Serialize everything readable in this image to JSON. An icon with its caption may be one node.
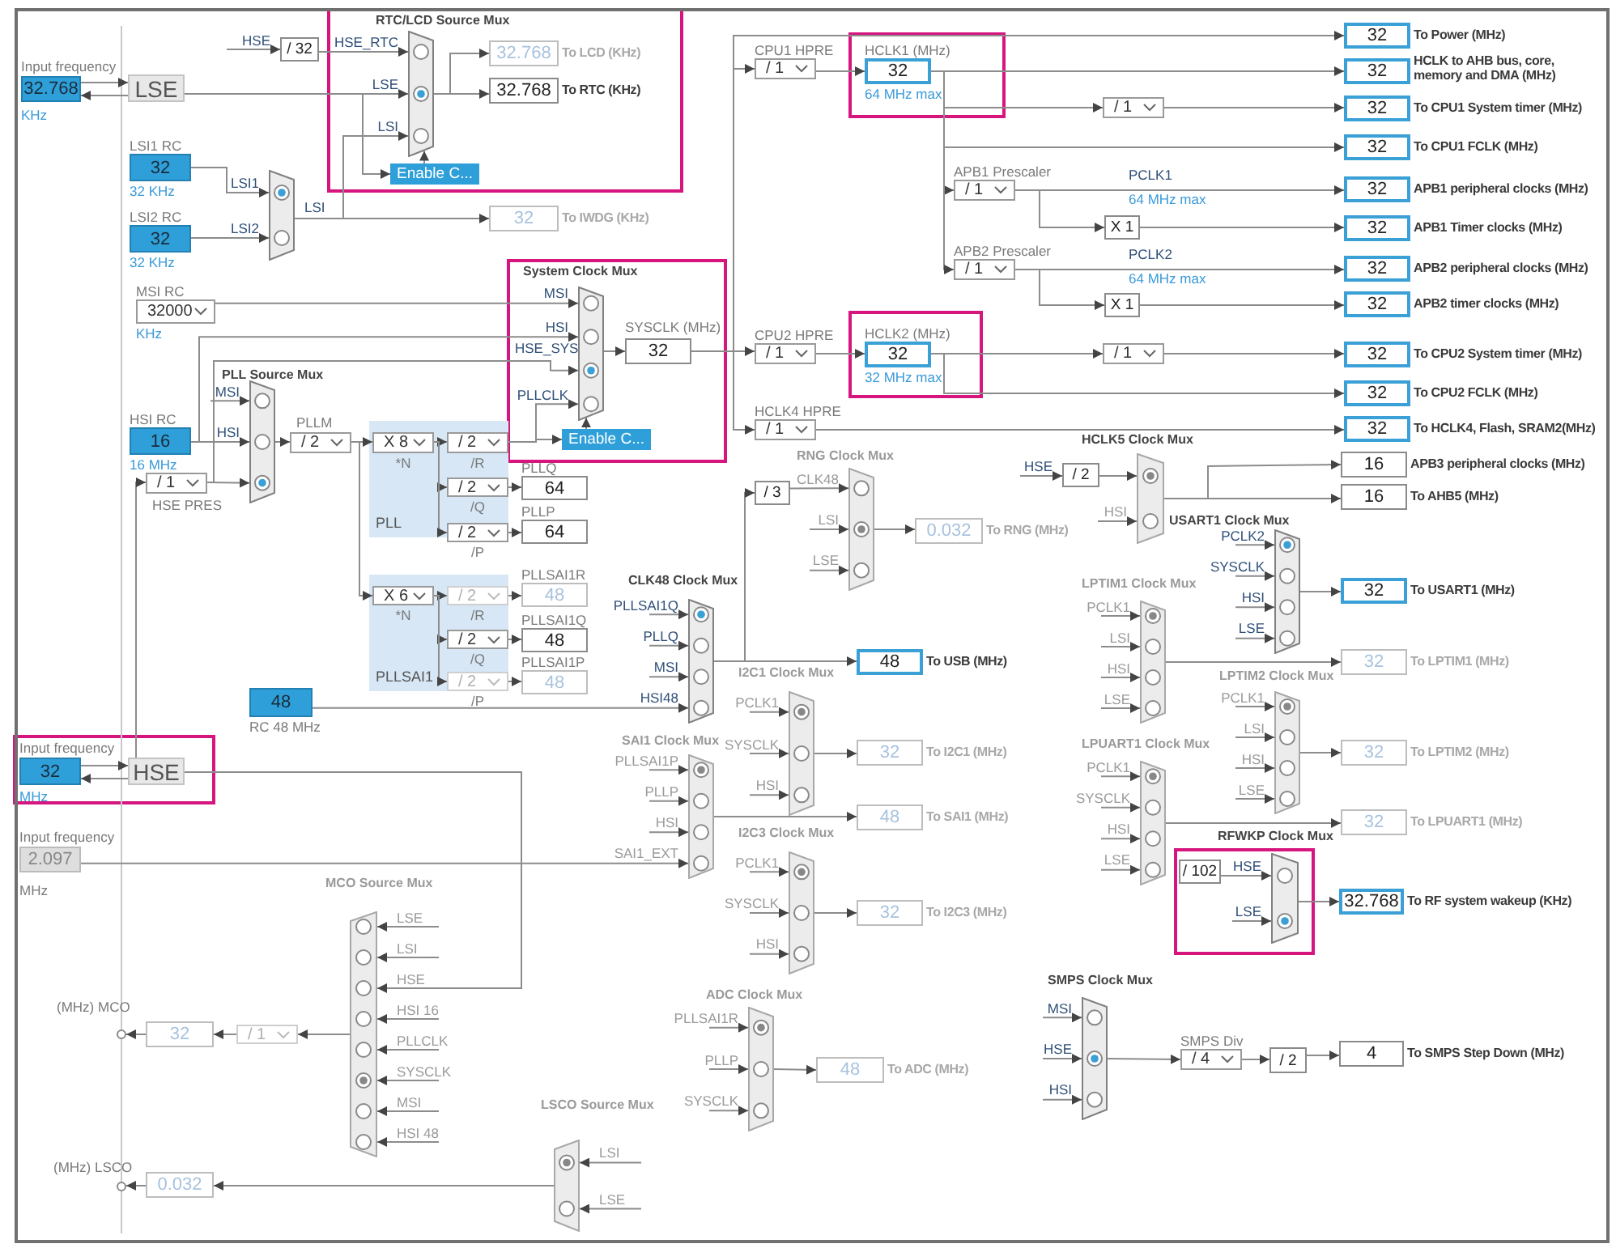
{
  "diagram": {
    "nodes": [
      {
        "text": [],
        "shape": "box"
      },
      {
        "text": [
          "32.768"
        ],
        "beside": [
          "Input frequency",
          "KHz"
        ]
      },
      {
        "text": [
          "LSE"
        ]
      },
      {
        "text": [
          "/ 32"
        ]
      },
      {
        "text": [],
        "shape": "trapezoid",
        "in": 0,
        "beside": [
          "RTC/LCD Source Mux"
        ]
      },
      {
        "text": [
          "32.768"
        ],
        "in": 0,
        "beside": [
          "To LCD (KHz)"
        ]
      },
      {
        "text": [
          "32.768"
        ],
        "in": 0,
        "beside": [
          "To RTC (KHz)"
        ]
      },
      {
        "text": [
          "Enable C..."
        ],
        "in": 0
      },
      {
        "text": [
          "32"
        ],
        "beside": [
          "LSI1 RC",
          "32 KHz"
        ]
      },
      {
        "text": [
          "32"
        ],
        "beside": [
          "LSI2 RC",
          "32 KHz"
        ]
      },
      {
        "text": [],
        "shape": "trapezoid"
      },
      {
        "text": [
          "32"
        ],
        "beside": [
          "To IWDG (KHz)"
        ]
      },
      {
        "text": [
          "32000"
        ],
        "beside": [
          "MSI RC",
          "KHz"
        ]
      },
      {
        "text": [],
        "shape": "box"
      },
      {
        "text": [],
        "shape": "trapezoid",
        "in": 13,
        "beside": [
          "System Clock Mux"
        ]
      },
      {
        "text": [
          "32"
        ],
        "in": 13,
        "beside": [
          "SYSCLK (MHz)"
        ]
      },
      {
        "text": [
          "Enable C..."
        ],
        "in": 13
      },
      {
        "text": [
          "16"
        ],
        "beside": [
          "HSI RC",
          "16 MHz"
        ]
      },
      {
        "text": [
          "/ 1"
        ],
        "beside": [
          "HSE PRES"
        ]
      },
      {
        "text": [],
        "shape": "trapezoid",
        "beside": [
          "PLL Source Mux"
        ]
      },
      {
        "text": [
          "/ 2"
        ],
        "beside": [
          "PLLM"
        ]
      },
      {
        "text": [
          "PLL"
        ]
      },
      {
        "text": [
          "X 8"
        ],
        "in": 21,
        "beside": [
          "*N"
        ]
      },
      {
        "text": [
          "/ 2"
        ],
        "in": 21,
        "beside": [
          "/R"
        ]
      },
      {
        "text": [
          "/ 2"
        ],
        "in": 21,
        "beside": [
          "/Q"
        ]
      },
      {
        "text": [
          "/ 2"
        ],
        "in": 21,
        "beside": [
          "/P"
        ]
      },
      {
        "text": [
          "64"
        ],
        "beside": [
          "PLLQ"
        ]
      },
      {
        "text": [
          "64"
        ],
        "beside": [
          "PLLP"
        ]
      },
      {
        "text": [
          "PLLSAI1"
        ]
      },
      {
        "text": [
          "X 6"
        ],
        "in": 28,
        "beside": [
          "*N"
        ]
      },
      {
        "text": [
          "/ 2"
        ],
        "in": 28,
        "beside": [
          "/R"
        ]
      },
      {
        "text": [
          "/ 2"
        ],
        "in": 28,
        "beside": [
          "/Q"
        ]
      },
      {
        "text": [
          "/ 2"
        ],
        "in": 28,
        "beside": [
          "/P"
        ]
      },
      {
        "text": [
          "48"
        ],
        "beside": [
          "PLLSAI1R"
        ]
      },
      {
        "text": [
          "48"
        ],
        "beside": [
          "PLLSAI1Q"
        ]
      },
      {
        "text": [
          "48"
        ],
        "beside": [
          "PLLSAI1P"
        ]
      },
      {
        "text": [
          "48"
        ],
        "beside": [
          "RC 48 MHz"
        ]
      },
      {
        "text": [],
        "shape": "box"
      },
      {
        "text": [
          "32"
        ],
        "in": 37,
        "beside": [
          "Input frequency",
          "MHz"
        ]
      },
      {
        "text": [
          "HSE"
        ],
        "in": 37
      },
      {
        "text": [
          "2.097"
        ],
        "beside": [
          "Input frequency",
          "MHz"
        ]
      },
      {
        "text": [],
        "shape": "trapezoid",
        "beside": [
          "CLK48 Clock Mux"
        ]
      },
      {
        "text": [
          "48"
        ],
        "beside": [
          "To USB (MHz)"
        ]
      },
      {
        "text": [],
        "shape": "trapezoid",
        "beside": [
          "SAI1 Clock Mux"
        ]
      },
      {
        "text": [
          "48"
        ],
        "beside": [
          "To SAI1 (MHz)"
        ]
      },
      {
        "text": [],
        "shape": "trapezoid",
        "beside": [
          "I2C1 Clock Mux"
        ]
      },
      {
        "text": [
          "32"
        ],
        "beside": [
          "To I2C1 (MHz)"
        ]
      },
      {
        "text": [],
        "shape": "trapezoid",
        "beside": [
          "I2C3 Clock Mux"
        ]
      },
      {
        "text": [
          "32"
        ],
        "beside": [
          "To I2C3 (MHz)"
        ]
      },
      {
        "text": [],
        "shape": "trapezoid",
        "beside": [
          "ADC Clock Mux"
        ]
      },
      {
        "text": [
          "48"
        ],
        "beside": [
          "To ADC (MHz)"
        ]
      },
      {
        "text": [],
        "shape": "trapezoid",
        "beside": [
          "MCO Source Mux"
        ]
      },
      {
        "text": [
          "/ 1"
        ]
      },
      {
        "text": [
          "32"
        ],
        "beside": [
          "(MHz) MCO"
        ]
      },
      {
        "text": [],
        "shape": "trapezoid",
        "beside": [
          "LSCO Source Mux"
        ]
      },
      {
        "text": [
          "0.032"
        ],
        "beside": [
          "(MHz) LSCO"
        ]
      },
      {
        "text": [
          "/ 3"
        ]
      },
      {
        "text": [],
        "shape": "trapezoid",
        "beside": [
          "RNG Clock Mux"
        ]
      },
      {
        "text": [
          "0.032"
        ],
        "beside": [
          "To RNG (MHz)"
        ]
      },
      {
        "text": [
          "/ 1"
        ],
        "beside": [
          "CPU1 HPRE"
        ]
      },
      {
        "text": [],
        "shape": "box"
      },
      {
        "text": [
          "32"
        ],
        "in": 60,
        "beside": [
          "HCLK1 (MHz)",
          "64 MHz max"
        ]
      },
      {
        "text": [
          "/ 1"
        ]
      },
      {
        "text": [
          "/ 1"
        ],
        "beside": [
          "APB1 Prescaler"
        ]
      },
      {
        "text": [
          "X 1"
        ]
      },
      {
        "text": [
          "/ 1"
        ],
        "beside": [
          "APB2 Prescaler"
        ]
      },
      {
        "text": [
          "X 1"
        ]
      },
      {
        "text": [
          "/ 1"
        ],
        "beside": [
          "CPU2 HPRE"
        ]
      },
      {
        "text": [],
        "shape": "box"
      },
      {
        "text": [
          "32"
        ],
        "in": 68,
        "beside": [
          "HCLK2 (MHz)",
          "32 MHz max"
        ]
      },
      {
        "text": [
          "/ 1"
        ]
      },
      {
        "text": [
          "/ 1"
        ],
        "beside": [
          "HCLK4 HPRE"
        ]
      },
      {
        "text": [
          "32"
        ],
        "beside": [
          "To Power (MHz)"
        ]
      },
      {
        "text": [
          "32"
        ],
        "beside": [
          "HCLK to AHB bus, core, memory and DMA (MHz)"
        ]
      },
      {
        "text": [
          "32"
        ],
        "beside": [
          "To CPU1 System timer (MHz)"
        ]
      },
      {
        "text": [
          "32"
        ],
        "beside": [
          "To CPU1 FCLK (MHz)"
        ]
      },
      {
        "text": [
          "32"
        ],
        "beside": [
          "APB1 peripheral clocks (MHz)"
        ]
      },
      {
        "text": [
          "32"
        ],
        "beside": [
          "APB1 Timer clocks (MHz)"
        ]
      },
      {
        "text": [
          "32"
        ],
        "beside": [
          "APB2 peripheral clocks (MHz)"
        ]
      },
      {
        "text": [
          "32"
        ],
        "beside": [
          "APB2 timer clocks (MHz)"
        ]
      },
      {
        "text": [
          "32"
        ],
        "beside": [
          "To CPU2 System timer (MHz)"
        ]
      },
      {
        "text": [
          "32"
        ],
        "beside": [
          "To CPU2 FCLK (MHz)"
        ]
      },
      {
        "text": [
          "32"
        ],
        "beside": [
          "To HCLK4, Flash, SRAM2(MHz)"
        ]
      },
      {
        "text": [
          "/ 2"
        ]
      },
      {
        "text": [],
        "shape": "trapezoid",
        "beside": [
          "HCLK5 Clock Mux"
        ]
      },
      {
        "text": [
          "16"
        ],
        "beside": [
          "APB3 peripheral clocks (MHz)"
        ]
      },
      {
        "text": [
          "16"
        ],
        "beside": [
          "To AHB5 (MHz)"
        ]
      },
      {
        "text": [],
        "shape": "trapezoid",
        "beside": [
          "USART1 Clock Mux"
        ]
      },
      {
        "text": [
          "32"
        ],
        "beside": [
          "To USART1 (MHz)"
        ]
      },
      {
        "text": [],
        "shape": "trapezoid",
        "beside": [
          "LPTIM1 Clock Mux"
        ]
      },
      {
        "text": [
          "32"
        ],
        "beside": [
          "To LPTIM1 (MHz)"
        ]
      },
      {
        "text": [],
        "shape": "trapezoid",
        "beside": [
          "LPTIM2 Clock Mux"
        ]
      },
      {
        "text": [
          "32"
        ],
        "beside": [
          "To LPTIM2 (MHz)"
        ]
      },
      {
        "text": [],
        "shape": "trapezoid",
        "beside": [
          "LPUART1 Clock Mux"
        ]
      },
      {
        "text": [
          "32"
        ],
        "beside": [
          "To LPUART1 (MHz)"
        ]
      },
      {
        "text": [],
        "shape": "box"
      },
      {
        "text": [
          "/ 102"
        ],
        "in": 95
      },
      {
        "text": [],
        "shape": "trapezoid",
        "in": 95,
        "beside": [
          "RFWKP Clock Mux"
        ]
      },
      {
        "text": [
          "32.768"
        ],
        "beside": [
          "To RF system wakeup (KHz)"
        ]
      },
      {
        "text": [],
        "shape": "trapezoid",
        "beside": [
          "SMPS Clock Mux"
        ]
      },
      {
        "text": [
          "/ 4"
        ],
        "beside": [
          "SMPS Div"
        ]
      },
      {
        "text": [
          "/ 2"
        ]
      },
      {
        "text": [
          "4"
        ],
        "beside": [
          "To SMPS Step Down (MHz)"
        ]
      },
      {
        "text": [],
        "shape": "circle"
      },
      {
        "text": [],
        "shape": "circle"
      }
    ],
    "edges": [
      {
        "from": 1,
        "to": 2,
        "arrow": "to"
      },
      {
        "from": 2,
        "to": 1,
        "arrow": "to"
      },
      {
        "from": 38,
        "to": 39,
        "arrow": "to"
      },
      {
        "from": 39,
        "to": 38,
        "arrow": "to"
      },
      {
        "from": null,
        "to": 3,
        "arrow": "to",
        "label": "HSE"
      },
      {
        "from": 3,
        "to": 4,
        "arrow": "to",
        "label": "HSE_RTC"
      },
      {
        "from": 2,
        "to": 4,
        "arrow": "to",
        "label": "LSE"
      },
      {
        "from": 10,
        "to": 4,
        "arrow": "to",
        "label": "LSI"
      },
      {
        "from": 2,
        "to": 7,
        "arrow": "to"
      },
      {
        "from": 7,
        "to": 4,
        "arrow": "to"
      },
      {
        "from": 4,
        "to": 5,
        "arrow": "to"
      },
      {
        "from": 4,
        "to": 6,
        "arrow": "to"
      },
      {
        "from": 8,
        "to": 10,
        "arrow": "to",
        "label": "LSI1"
      },
      {
        "from": 9,
        "to": 10,
        "arrow": "to",
        "label": "LSI2"
      },
      {
        "from": 10,
        "to": 11,
        "arrow": "to",
        "label": "LSI"
      },
      {
        "from": 12,
        "to": 14,
        "arrow": "to",
        "label": "MSI"
      },
      {
        "from": 17,
        "to": 14,
        "arrow": "to",
        "label": "HSI"
      },
      {
        "from": 18,
        "to": 14,
        "arrow": "to",
        "label": "HSE_SYS"
      },
      {
        "from": 23,
        "to": 14,
        "arrow": "to",
        "label": "PLLCLK"
      },
      {
        "from": 23,
        "to": 16,
        "arrow": "to"
      },
      {
        "from": 16,
        "to": 14,
        "arrow": "to"
      },
      {
        "from": 14,
        "to": 15,
        "arrow": "to"
      },
      {
        "from": 15,
        "to": 59,
        "arrow": "to"
      },
      {
        "from": 15,
        "to": 67,
        "arrow": "to"
      },
      {
        "from": 15,
        "to": 71,
        "arrow": "to"
      },
      {
        "from": 15,
        "to": 72,
        "arrow": "to"
      },
      {
        "from": 59,
        "to": 61,
        "arrow": "to"
      },
      {
        "from": 61,
        "to": 73,
        "arrow": "to"
      },
      {
        "from": 61,
        "to": 62,
        "arrow": "to"
      },
      {
        "from": 61,
        "to": 75,
        "arrow": "to"
      },
      {
        "from": 61,
        "to": 63,
        "arrow": "to"
      },
      {
        "from": 61,
        "to": 65,
        "arrow": "to"
      },
      {
        "from": 62,
        "to": 74,
        "arrow": "to"
      },
      {
        "from": 63,
        "to": 76,
        "arrow": "to",
        "label": "PCLK1"
      },
      {
        "from": 63,
        "to": 64,
        "arrow": "to"
      },
      {
        "from": 64,
        "to": 77,
        "arrow": "to"
      },
      {
        "from": 65,
        "to": 78,
        "arrow": "to",
        "label": "PCLK2"
      },
      {
        "from": 65,
        "to": 66,
        "arrow": "to"
      },
      {
        "from": 66,
        "to": 79,
        "arrow": "to"
      },
      {
        "from": 67,
        "to": 69,
        "arrow": "to"
      },
      {
        "from": 69,
        "to": 70,
        "arrow": "to"
      },
      {
        "from": 70,
        "to": 80,
        "arrow": "to"
      },
      {
        "from": 69,
        "to": 81,
        "arrow": "to"
      },
      {
        "from": 71,
        "to": 82,
        "arrow": "to"
      },
      {
        "from": null,
        "to": 83,
        "arrow": "to",
        "label": "HSE"
      },
      {
        "from": 83,
        "to": 84,
        "arrow": "to"
      },
      {
        "from": null,
        "to": 84,
        "arrow": "to",
        "label": "HSI"
      },
      {
        "from": 84,
        "to": 85,
        "arrow": "to"
      },
      {
        "from": 84,
        "to": 86,
        "arrow": "to"
      },
      {
        "from": null,
        "to": 19,
        "arrow": "to",
        "label": "MSI"
      },
      {
        "from": 17,
        "to": 19,
        "arrow": "to",
        "label": "HSI"
      },
      {
        "from": 18,
        "to": 19,
        "arrow": "to"
      },
      {
        "from": 39,
        "to": 18,
        "arrow": "to"
      },
      {
        "from": 19,
        "to": 20,
        "arrow": "to"
      },
      {
        "from": 20,
        "to": 22,
        "arrow": "to"
      },
      {
        "from": 22,
        "to": 23,
        "arrow": "to"
      },
      {
        "from": 22,
        "to": 24,
        "arrow": "to"
      },
      {
        "from": 22,
        "to": 25,
        "arrow": "to"
      },
      {
        "from": 24,
        "to": 26,
        "arrow": "to"
      },
      {
        "from": 25,
        "to": 27,
        "arrow": "to"
      },
      {
        "from": 20,
        "to": 29,
        "arrow": "to"
      },
      {
        "from": 29,
        "to": 30,
        "arrow": "to"
      },
      {
        "from": 29,
        "to": 31,
        "arrow": "to"
      },
      {
        "from": 29,
        "to": 32,
        "arrow": "to"
      },
      {
        "from": 30,
        "to": 33,
        "arrow": "to"
      },
      {
        "from": 31,
        "to": 34,
        "arrow": "to"
      },
      {
        "from": 32,
        "to": 35,
        "arrow": "to"
      },
      {
        "from": null,
        "to": 41,
        "arrow": "to",
        "label": "PLLSAI1Q"
      },
      {
        "from": null,
        "to": 41,
        "arrow": "to",
        "label": "PLLQ"
      },
      {
        "from": null,
        "to": 41,
        "arrow": "to",
        "label": "MSI"
      },
      {
        "from": 36,
        "to": 41,
        "arrow": "to",
        "label": "HSI48"
      },
      {
        "from": 41,
        "to": 42,
        "arrow": "to"
      },
      {
        "from": 41,
        "to": 56,
        "arrow": "to"
      },
      {
        "from": 56,
        "to": 57,
        "arrow": "to",
        "label": "CLK48"
      },
      {
        "from": null,
        "to": 57,
        "arrow": "to",
        "label": "LSI"
      },
      {
        "from": null,
        "to": 57,
        "arrow": "to",
        "label": "LSE"
      },
      {
        "from": 57,
        "to": 58,
        "arrow": "to"
      },
      {
        "from": null,
        "to": 43,
        "arrow": "to",
        "label": "PLLSAI1P"
      },
      {
        "from": null,
        "to": 43,
        "arrow": "to",
        "label": "PLLP"
      },
      {
        "from": null,
        "to": 43,
        "arrow": "to",
        "label": "HSI"
      },
      {
        "from": 40,
        "to": 43,
        "arrow": "to",
        "label": "SAI1_EXT"
      },
      {
        "from": 39,
        "to": 51,
        "arrow": "to",
        "label": "HSE"
      },
      {
        "from": 43,
        "to": 44,
        "arrow": "to"
      },
      {
        "from": null,
        "to": 45,
        "arrow": "to",
        "label": "PCLK1"
      },
      {
        "from": null,
        "to": 45,
        "arrow": "to",
        "label": "SYSCLK"
      },
      {
        "from": null,
        "to": 45,
        "arrow": "to",
        "label": "HSI"
      },
      {
        "from": 45,
        "to": 46,
        "arrow": "to"
      },
      {
        "from": null,
        "to": 47,
        "arrow": "to",
        "label": "PCLK1"
      },
      {
        "from": null,
        "to": 47,
        "arrow": "to",
        "label": "SYSCLK"
      },
      {
        "from": null,
        "to": 47,
        "arrow": "to",
        "label": "HSI"
      },
      {
        "from": 47,
        "to": 48,
        "arrow": "to"
      },
      {
        "from": null,
        "to": 49,
        "arrow": "to",
        "label": "PLLSAI1R"
      },
      {
        "from": null,
        "to": 49,
        "arrow": "to",
        "label": "PLLP"
      },
      {
        "from": null,
        "to": 49,
        "arrow": "to",
        "label": "SYSCLK"
      },
      {
        "from": 49,
        "to": 50,
        "arrow": "to"
      },
      {
        "from": null,
        "to": 51,
        "arrow": "to",
        "label": "LSE"
      },
      {
        "from": null,
        "to": 51,
        "arrow": "to",
        "label": "LSI"
      },
      {
        "from": null,
        "to": 51,
        "arrow": "to",
        "label": "HSI 16"
      },
      {
        "from": null,
        "to": 51,
        "arrow": "to",
        "label": "PLLCLK"
      },
      {
        "from": null,
        "to": 51,
        "arrow": "to",
        "label": "SYSCLK"
      },
      {
        "from": null,
        "to": 51,
        "arrow": "to",
        "label": "MSI"
      },
      {
        "from": null,
        "to": 51,
        "arrow": "to",
        "label": "HSI 48"
      },
      {
        "from": 51,
        "to": 52,
        "arrow": "to"
      },
      {
        "from": 52,
        "to": 53,
        "arrow": "to"
      },
      {
        "from": 53,
        "to": 103,
        "arrow": "to"
      },
      {
        "from": null,
        "to": 54,
        "arrow": "to",
        "label": "LSI"
      },
      {
        "from": null,
        "to": 54,
        "arrow": "to",
        "label": "LSE"
      },
      {
        "from": 54,
        "to": 55,
        "arrow": "to"
      },
      {
        "from": 55,
        "to": 104,
        "arrow": "to"
      },
      {
        "from": null,
        "to": 87,
        "arrow": "to",
        "label": "PCLK2"
      },
      {
        "from": null,
        "to": 87,
        "arrow": "to",
        "label": "SYSCLK"
      },
      {
        "from": null,
        "to": 87,
        "arrow": "to",
        "label": "HSI"
      },
      {
        "from": null,
        "to": 87,
        "arrow": "to",
        "label": "LSE"
      },
      {
        "from": 87,
        "to": 88,
        "arrow": "to"
      },
      {
        "from": null,
        "to": 89,
        "arrow": "to",
        "label": "PCLK1"
      },
      {
        "from": null,
        "to": 89,
        "arrow": "to",
        "label": "LSI"
      },
      {
        "from": null,
        "to": 89,
        "arrow": "to",
        "label": "HSI"
      },
      {
        "from": null,
        "to": 89,
        "arrow": "to",
        "label": "LSE"
      },
      {
        "from": 89,
        "to": 90,
        "arrow": "to"
      },
      {
        "from": null,
        "to": 91,
        "arrow": "to",
        "label": "PCLK1"
      },
      {
        "from": null,
        "to": 91,
        "arrow": "to",
        "label": "LSI"
      },
      {
        "from": null,
        "to": 91,
        "arrow": "to",
        "label": "HSI"
      },
      {
        "from": null,
        "to": 91,
        "arrow": "to",
        "label": "LSE"
      },
      {
        "from": 91,
        "to": 92,
        "arrow": "to"
      },
      {
        "from": null,
        "to": 93,
        "arrow": "to",
        "label": "PCLK1"
      },
      {
        "from": null,
        "to": 93,
        "arrow": "to",
        "label": "SYSCLK"
      },
      {
        "from": null,
        "to": 93,
        "arrow": "to",
        "label": "HSI"
      },
      {
        "from": null,
        "to": 93,
        "arrow": "to",
        "label": "LSE"
      },
      {
        "from": 93,
        "to": 94,
        "arrow": "to"
      },
      {
        "from": 96,
        "to": 97,
        "arrow": "to",
        "label": "HSE"
      },
      {
        "from": null,
        "to": 97,
        "arrow": "to",
        "label": "LSE"
      },
      {
        "from": 97,
        "to": 98,
        "arrow": "to"
      },
      {
        "from": null,
        "to": 99,
        "arrow": "to",
        "label": "MSI"
      },
      {
        "from": null,
        "to": 99,
        "arrow": "to",
        "label": "HSE"
      },
      {
        "from": null,
        "to": 99,
        "arrow": "to",
        "label": "HSI"
      },
      {
        "from": 99,
        "to": 100,
        "arrow": "to"
      },
      {
        "from": 100,
        "to": 101,
        "arrow": "to"
      },
      {
        "from": 101,
        "to": 102,
        "arrow": "to"
      }
    ],
    "labels": [
      "64 MHz max",
      "64 MHz max"
    ]
  }
}
